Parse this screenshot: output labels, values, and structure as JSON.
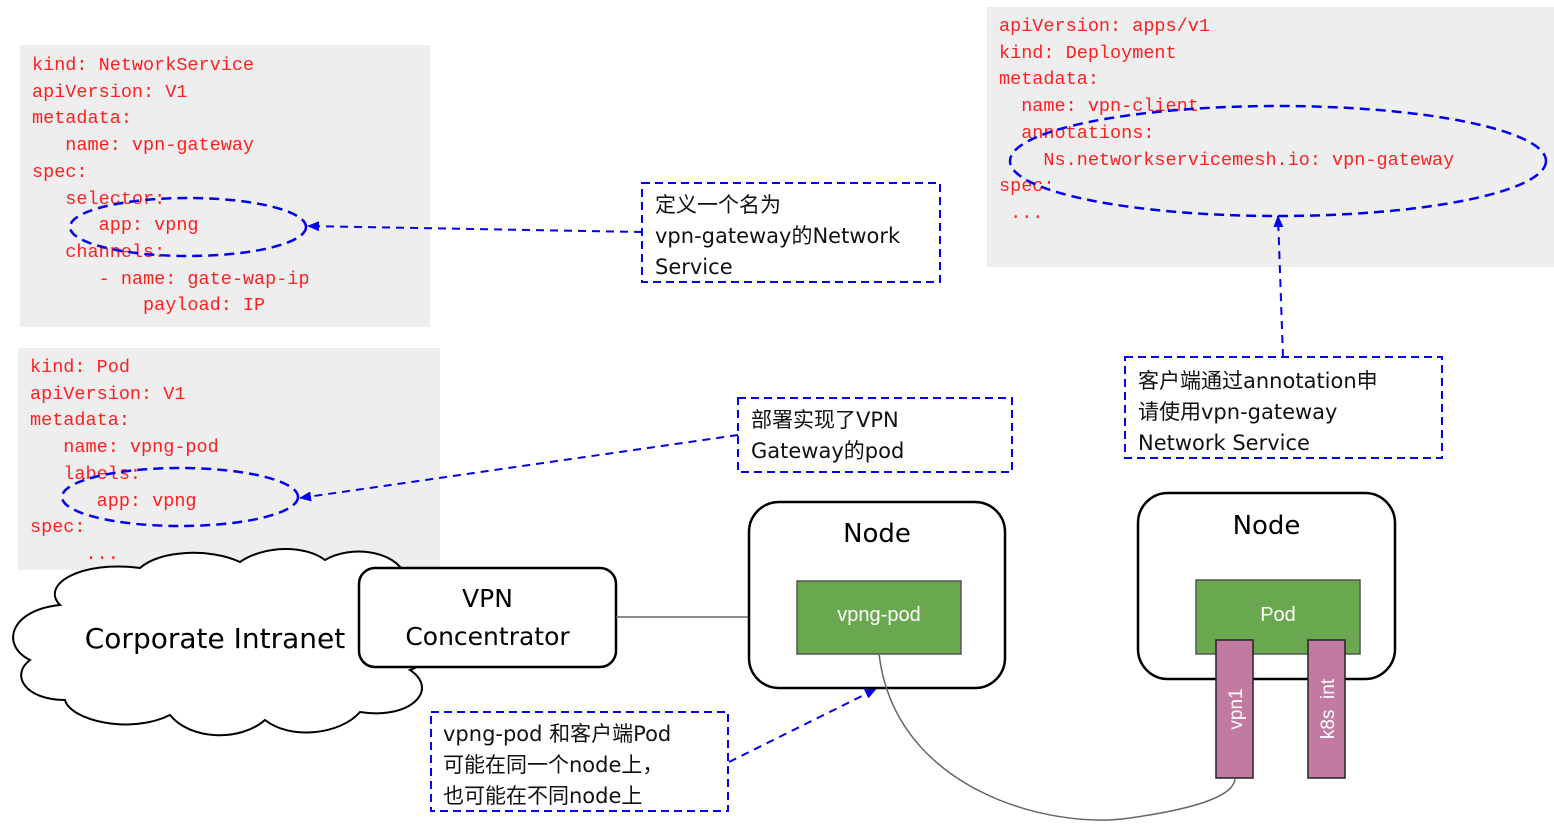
{
  "colors": {
    "code_text": "#ff2020",
    "code_bg": "#eeeeee",
    "annotation_blue": "#0000ee",
    "pod_green": "#6aa84f",
    "interface_pink": "#c27ba0",
    "connector_gray": "#666666"
  },
  "code_blocks": {
    "network_service": {
      "lines": [
        "kind: NetworkService",
        "apiVersion: V1",
        "metadata:",
        "   name: vpn-gateway",
        "spec:",
        "   selector:",
        "      app: vpng",
        "   channels:",
        "      - name: gate-wap-ip",
        "          payload: IP"
      ]
    },
    "pod": {
      "lines": [
        "kind: Pod",
        "apiVersion: V1",
        "metadata:",
        "   name: vpng-pod",
        "   labels:",
        "      app: vpng",
        "spec:",
        "     ..."
      ]
    },
    "deployment": {
      "lines": [
        "apiVersion: apps/v1",
        "kind: Deployment",
        "metadata:",
        "  name: vpn-client",
        "  annotations:",
        "    Ns.networkservicemesh.io: vpn-gateway",
        "spec:",
        " ..."
      ]
    }
  },
  "notes": {
    "define_network_service": "定义一个名为\nvpn-gateway的Network\nService",
    "deploy_gateway_pod": "部署实现了VPN\nGateway的pod",
    "client_annotation": "客户端通过annotation申\n请使用vpn-gateway\nNetwork Service",
    "same_or_different_node": "vpng-pod 和客户端Pod\n可能在同一个node上，\n也可能在不同node上"
  },
  "shapes": {
    "cloud_label": "Corporate Intranet",
    "vpn_concentrator": "VPN\nConcentrator",
    "node_left": {
      "title": "Node",
      "pod_label": "vpng-pod"
    },
    "node_right": {
      "title": "Node",
      "pod_label": "Pod",
      "interfaces": [
        "vpn1",
        "k8s  int"
      ]
    }
  }
}
